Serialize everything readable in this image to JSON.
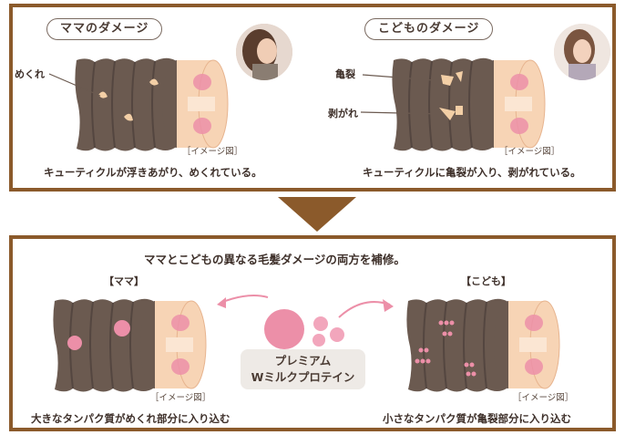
{
  "top": {
    "mama": {
      "title": "ママのダメージ",
      "callout": "めくれ",
      "image_note": "［イメージ図］",
      "caption": "キューティクルが浮きあがり、めくれている。"
    },
    "child": {
      "title": "こどものダメージ",
      "callout_crack": "亀裂",
      "callout_peel": "剥がれ",
      "image_note": "［イメージ図］",
      "caption": "キューティクルに亀裂が入り、剥がれている。"
    }
  },
  "bottom": {
    "headline": "ママとこどもの異なる毛髪ダメージの両方を補修。",
    "mama": {
      "label": "【ママ】",
      "image_note": "［イメージ図］",
      "caption": "大きなタンパク質がめくれ部分に入り込む"
    },
    "child": {
      "label": "【こども】",
      "image_note": "［イメージ図］",
      "caption": "小さなタンパク質が亀裂部分に入り込む"
    },
    "protein": {
      "line1": "プレミアム",
      "line2": "Wミルクプロテイン"
    }
  },
  "colors": {
    "frame": "#8b5a2b",
    "hair": "#6b5a50",
    "core": "#f7d4b5",
    "pink": "#ec8fa8",
    "cuticle_lift": "#f3cfa6"
  }
}
